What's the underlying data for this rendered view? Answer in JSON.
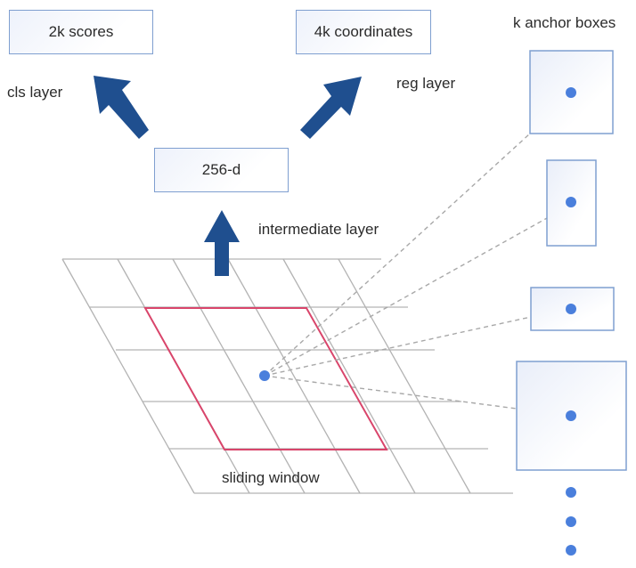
{
  "labels": {
    "scores_box": "2k scores",
    "coords_box": "4k coordinates",
    "cls_layer": "cls layer",
    "reg_layer": "reg layer",
    "feature_box": "256-d",
    "intermediate_layer": "intermediate layer",
    "anchor_boxes": "k anchor boxes",
    "sliding_window": "sliding window"
  },
  "colors": {
    "arrow": "#1f4f8f",
    "box_border": "#7f9fd0",
    "grid": "#b3b3b3",
    "window": "#d9456b",
    "dot": "#4a7fdc",
    "dashed": "#a8a8a8"
  }
}
